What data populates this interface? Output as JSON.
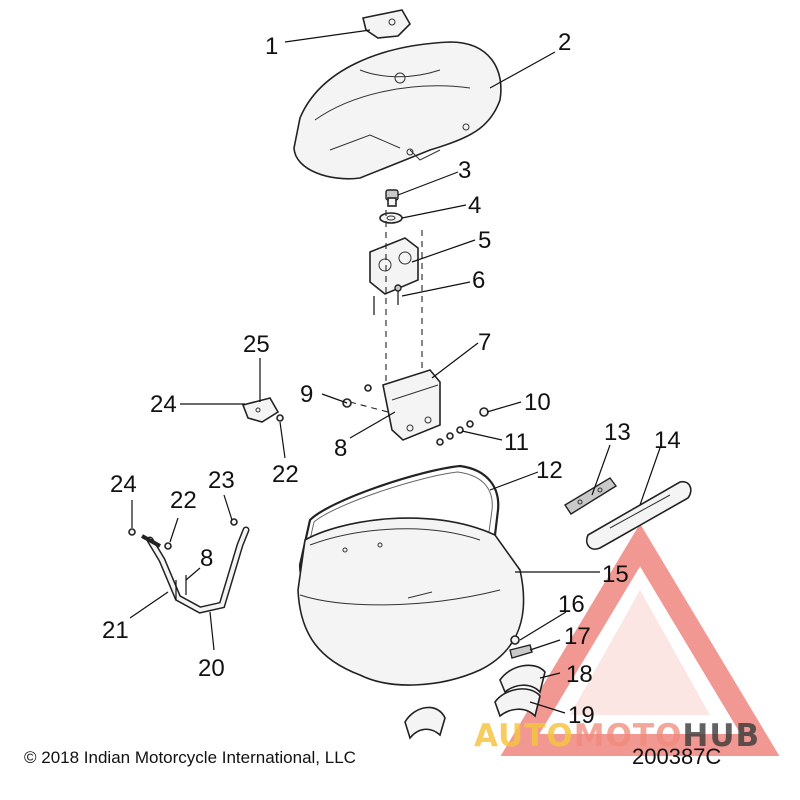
{
  "callouts": [
    {
      "id": "1",
      "label": "1"
    },
    {
      "id": "2",
      "label": "2"
    },
    {
      "id": "3",
      "label": "3"
    },
    {
      "id": "4",
      "label": "4"
    },
    {
      "id": "5",
      "label": "5"
    },
    {
      "id": "6",
      "label": "6"
    },
    {
      "id": "7",
      "label": "7"
    },
    {
      "id": "8",
      "label": "8"
    },
    {
      "id": "8b",
      "label": "8"
    },
    {
      "id": "9",
      "label": "9"
    },
    {
      "id": "10",
      "label": "10"
    },
    {
      "id": "11",
      "label": "11"
    },
    {
      "id": "12",
      "label": "12"
    },
    {
      "id": "13",
      "label": "13"
    },
    {
      "id": "14",
      "label": "14"
    },
    {
      "id": "15",
      "label": "15"
    },
    {
      "id": "16",
      "label": "16"
    },
    {
      "id": "17",
      "label": "17"
    },
    {
      "id": "18",
      "label": "18"
    },
    {
      "id": "19",
      "label": "19"
    },
    {
      "id": "20",
      "label": "20"
    },
    {
      "id": "21",
      "label": "21"
    },
    {
      "id": "22",
      "label": "22"
    },
    {
      "id": "22b",
      "label": "22"
    },
    {
      "id": "23",
      "label": "23"
    },
    {
      "id": "24",
      "label": "24"
    },
    {
      "id": "24b",
      "label": "24"
    },
    {
      "id": "25",
      "label": "25"
    }
  ],
  "footer": {
    "copyright": "© 2018 Indian Motorcycle International, LLC",
    "diagram_code": "200387C"
  },
  "watermark": {
    "part1": "AUTO",
    "part2": "MOTO",
    "part3": "HUB",
    "color_primary": "#e8443a",
    "color_accent": "#f5c542"
  }
}
